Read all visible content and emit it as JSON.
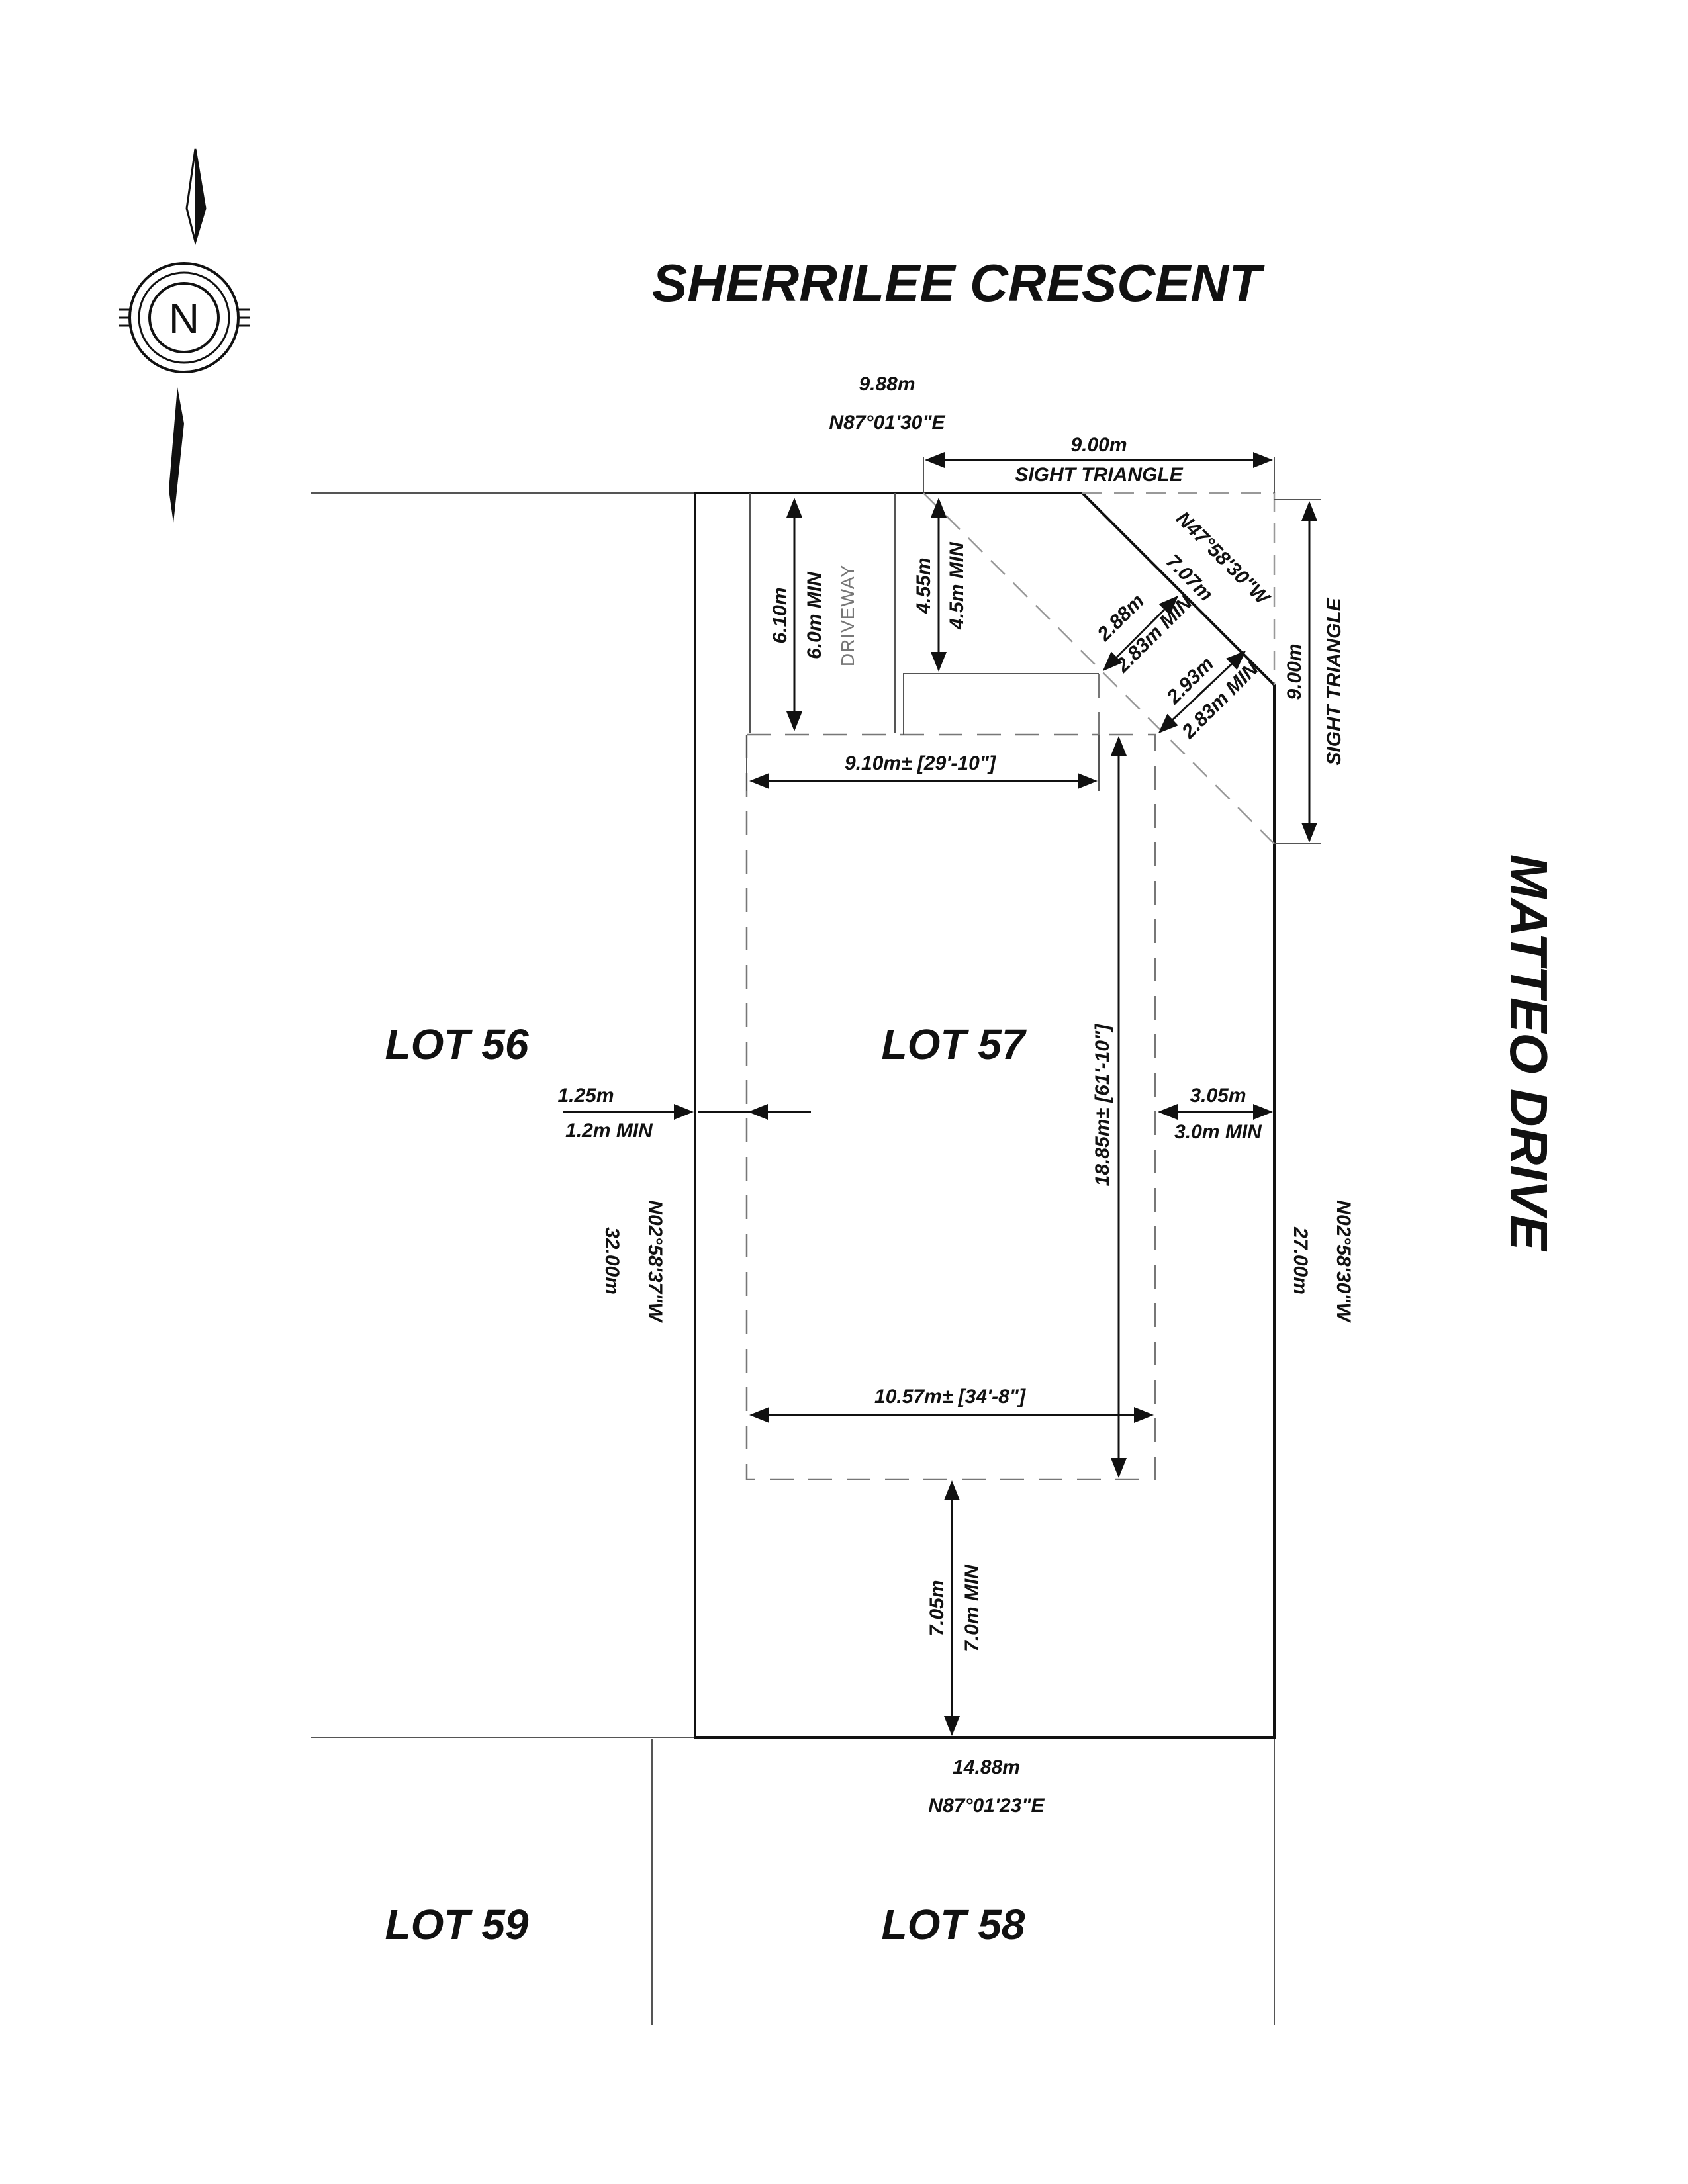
{
  "streets": {
    "north": "SHERRILEE CRESCENT",
    "east": "MATTEO DRIVE"
  },
  "lots": {
    "subject": "LOT 57",
    "west": "LOT 56",
    "south_west": "LOT 59",
    "south": "LOT 58"
  },
  "compass": {
    "label": "N"
  },
  "bearings": {
    "north_length": "9.88m",
    "north_bearing": "N87°01'30\"E",
    "south_length": "14.88m",
    "south_bearing": "N87°01'23\"E",
    "west_bearing": "N02°58'37\"W",
    "west_length": "32.00m",
    "east_bearing": "N02°58'30\"W",
    "east_length": "27.00m",
    "corner_bearing": "N47°58'30\"W",
    "corner_length": "7.07m"
  },
  "sight_triangle": {
    "top_length": "9.00m",
    "top_label": "SIGHT TRIANGLE",
    "side_length": "9.00m",
    "side_label": "SIGHT TRIANGLE"
  },
  "setbacks": {
    "front_left": "6.10m",
    "front_left_min": "6.0m MIN",
    "front_right": "4.55m",
    "front_right_min": "4.5m MIN",
    "corner_a": "2.88m",
    "corner_a_min": "2.83m MIN",
    "corner_b": "2.93m",
    "corner_b_min": "2.83m MIN",
    "side_west": "1.25m",
    "side_west_min": "1.2m MIN",
    "side_east": "3.05m",
    "side_east_min": "3.0m MIN",
    "rear": "7.05m",
    "rear_min": "7.0m MIN"
  },
  "building": {
    "front_width": "9.10m± [29'-10\"]",
    "depth": "18.85m± [61'-10\"]",
    "rear_width": "10.57m± [34'-8\"]"
  },
  "driveway_label": "DRIVEWAY"
}
